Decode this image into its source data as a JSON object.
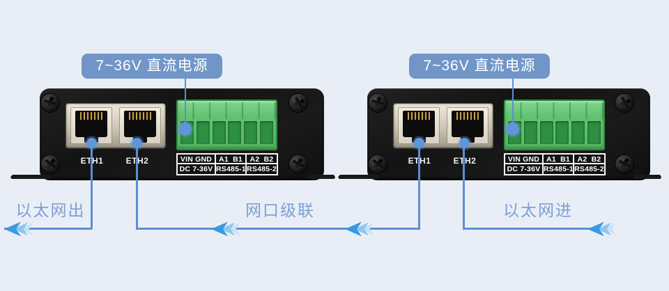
{
  "colors": {
    "background": "#e9eef6",
    "badge_background": "#7195c7",
    "line_blue": "#5d8ed2",
    "arrow_blue": "#389ae2",
    "arrow_blue_light": "#8fc6ee",
    "flow_label_text": "#7c9fd5",
    "terminal_green": "#5abd6a",
    "device_body": "#161616"
  },
  "power_badge": {
    "label": "7~36V 直流电源"
  },
  "devices": [
    {
      "ports": {
        "eth1": "ETH1",
        "eth2": "ETH2"
      },
      "terminal_labels": [
        {
          "top": "VIN GND",
          "bottom": "DC 7-36V"
        },
        {
          "top": "A1  B1",
          "bottom": "RS485-1"
        },
        {
          "top": "A2  B2",
          "bottom": "RS485-2"
        }
      ]
    },
    {
      "ports": {
        "eth1": "ETH1",
        "eth2": "ETH2"
      },
      "terminal_labels": [
        {
          "top": "VIN GND",
          "bottom": "DC 7-36V"
        },
        {
          "top": "A1  B1",
          "bottom": "RS485-1"
        },
        {
          "top": "A2  B2",
          "bottom": "RS485-2"
        }
      ]
    }
  ],
  "flow_labels": {
    "ethernet_out": "以太网出",
    "cascade": "网口级联",
    "ethernet_in": "以太网进"
  }
}
